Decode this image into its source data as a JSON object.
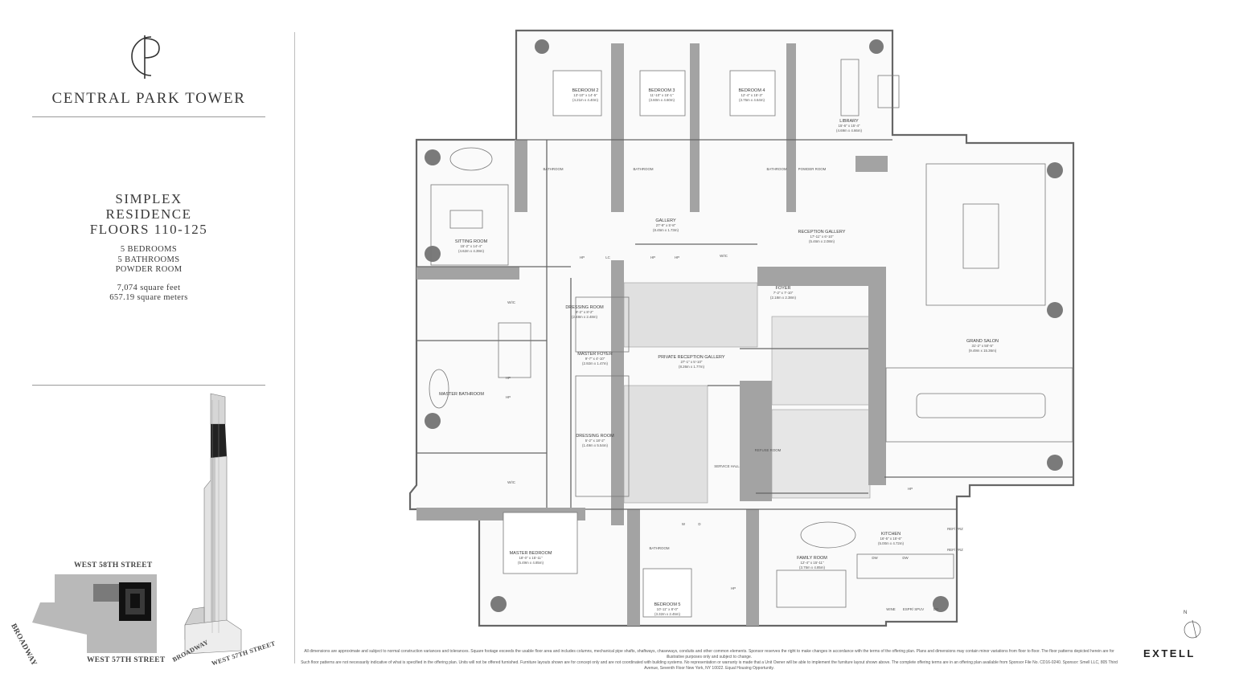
{
  "brand": {
    "name": "CENTRAL PARK TOWER",
    "logo_icon": "cpt-monogram-icon",
    "developer": "EXTELL"
  },
  "title": {
    "line1": "SIMPLEX",
    "line2": "RESIDENCE",
    "line3": "FLOORS 110-125"
  },
  "specs": {
    "bedrooms": "5 BEDROOMS",
    "bathrooms": "5 BATHROOMS",
    "powder": "POWDER ROOM",
    "sqft": "7,074 square feet",
    "sqm": "657.19 square meters"
  },
  "keymap": {
    "north_street": "WEST 58TH STREET",
    "south_street": "WEST 57TH STREET",
    "avenue": "BROADWAY"
  },
  "tower_labels": {
    "avenue": "BROADWAY",
    "street": "WEST 57TH STREET"
  },
  "north_label": "N",
  "rooms": [
    {
      "name": "BEDROOM 2",
      "dim1": "13'-10\" x 14'-5\"",
      "dim2": "(4.21m x 4.40m)"
    },
    {
      "name": "BEDROOM 3",
      "dim1": "11'-10\" x 15'-1\"",
      "dim2": "(3.60m x 4.60m)"
    },
    {
      "name": "BEDROOM 4",
      "dim1": "12'-4\" x 15'-3\"",
      "dim2": "(3.75m x 4.64m)"
    },
    {
      "name": "LIBRARY",
      "dim1": "15'-6\" x 15'-4\"",
      "dim2": "(4.69m x 4.66m)"
    },
    {
      "name": "SITTING ROOM",
      "dim1": "15'-2\" x 14'-4\"",
      "dim2": "(4.62m x 4.39m)"
    },
    {
      "name": "GALLERY",
      "dim1": "27'-9\" x 5'-8\"",
      "dim2": "(8.45m x 1.73m)"
    },
    {
      "name": "RECEPTION GALLERY",
      "dim1": "17'-11\" x 6'-10\"",
      "dim2": "(5.46m x 2.08m)"
    },
    {
      "name": "FOYER",
      "dim1": "7'-2\" x 7'-10\"",
      "dim2": "(2.18m x 2.38m)"
    },
    {
      "name": "DRESSING ROOM",
      "dim1": "8'-2\" x 8'-2\"",
      "dim2": "(2.48m x 2.48m)"
    },
    {
      "name": "MASTER FOYER",
      "dim1": "9'-7\" x 4'-10\"",
      "dim2": "(2.92m x 1.47m)"
    },
    {
      "name": "PRIVATE RECEPTION GALLERY",
      "dim1": "27'-1\" x 5'-10\"",
      "dim2": "(8.26m x 1.77m)"
    },
    {
      "name": "GRAND SALON",
      "dim1": "31'-2\" x 50'-5\"",
      "dim2": "(9.49m x 15.36m)"
    },
    {
      "name": "MASTER BATHROOM",
      "dim1": "",
      "dim2": ""
    },
    {
      "name": "DRESSING ROOM",
      "dim1": "5'-2\" x 18'-2\"",
      "dim2": "(1.49m x 5.54m)"
    },
    {
      "name": "MASTER BEDROOM",
      "dim1": "18'-0\" x 15'-11\"",
      "dim2": "(5.49m x 4.85m)"
    },
    {
      "name": "BEDROOM 5",
      "dim1": "10'-11\" x 8'-0\"",
      "dim2": "(3.32m x 2.45m)"
    },
    {
      "name": "FAMILY ROOM",
      "dim1": "12'-4\" x 15'-11\"",
      "dim2": "(3.75m x 4.85m)"
    },
    {
      "name": "KITCHEN",
      "dim1": "16'-5\" x 15'-6\"",
      "dim2": "(5.00m x 4.72m)"
    }
  ],
  "small_labels": {
    "bathroom": "BATHROOM",
    "powder_room": "POWDER ROOM",
    "wic": "W/IC",
    "hp": "HP",
    "lc": "LC",
    "refuse": "REFUSE ROOM",
    "service_hall": "SERVICE HALL",
    "washer": "W",
    "dryer": "D",
    "dw": "DW",
    "refrz": "REF/ FRZ",
    "wine": "WINE",
    "espr": "ESPR/ SPUV",
    "do": "DO"
  },
  "disclaimer": [
    "All dimensions are approximate and subject to normal construction variances and tolerances. Square footage exceeds the usable floor area and includes columns, mechanical pipe shafts, shaftways, chaseways, conduits and other common elements. Sponsor reserves the right to make changes in accordance with the terms of the offering plan. Plans and dimensions may contain minor variations from floor to floor. The floor patterns depicted herein are for illustrative purposes only and subject to change.",
    "Such floor patterns are not necessarily indicative of what is specified in the offering plan. Units will not be offered furnished. Furniture layouts shown are for concept only and are not coordinated with building systems. No representation or warranty is made that a Unit Owner will be able to implement the furniture layout shown above. The complete offering terms are in an offering plan available from Sponsor File No. CD16-0240. Sponsor: Smell LLC, 805 Third Avenue, Seventh Floor New York, NY 10022. Equal Housing Opportunity."
  ]
}
